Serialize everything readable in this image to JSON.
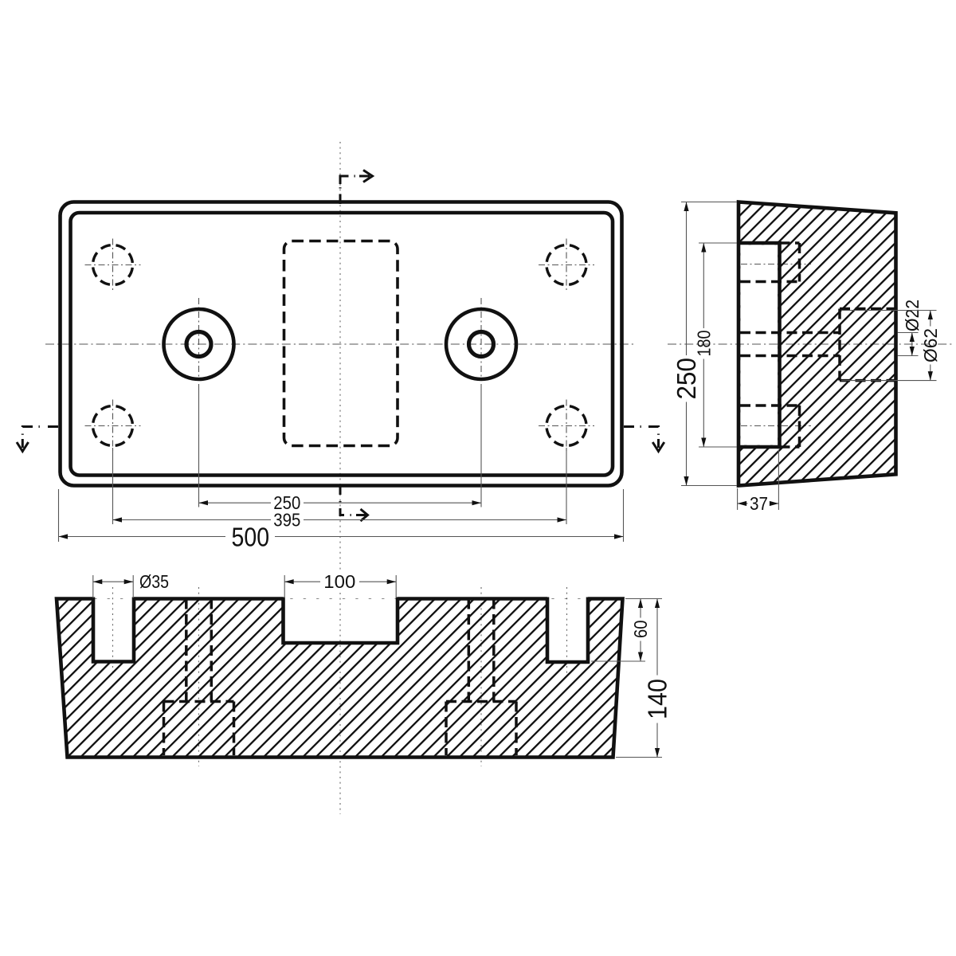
{
  "page": {
    "background": "#ffffff",
    "line_color": "#111111",
    "thin_line_color": "#555555",
    "description": "engineering drawing of a tapered rubber dock bumper block, three orthographic views with hatching and dimensions"
  },
  "views": {
    "front": {
      "name": "front-view",
      "features": [
        "outer rounded rectangle",
        "inner rounded rectangle",
        "4 dashed corner holes",
        "2 counterbored holes",
        "central dashed slot",
        "section arrows"
      ]
    },
    "side": {
      "name": "side-section-view",
      "features": [
        "hatched trapezoid",
        "mounting recess",
        "hidden corner holes",
        "hidden counterbore"
      ]
    },
    "bottom": {
      "name": "bottom-section-view",
      "features": [
        "hatched trapezoid",
        "two round notches",
        "central slot notch",
        "hidden stepped bores"
      ]
    }
  },
  "dims": {
    "front_bolt_spacing": {
      "label": "250",
      "value": 250
    },
    "front_hole_spacing": {
      "label": "395",
      "value": 395
    },
    "front_width": {
      "label": "500",
      "value": 500
    },
    "corner_hole_dia": {
      "label": "Ø35",
      "value": 35
    },
    "slot_width": {
      "label": "100",
      "value": 100
    },
    "side_height": {
      "label": "250",
      "value": 250
    },
    "recess_height": {
      "label": "180",
      "value": 180
    },
    "bore_dia": {
      "label": "Ø22",
      "value": 22
    },
    "counterbore_dia": {
      "label": "Ø62",
      "value": 62
    },
    "recess_depth": {
      "label": "37",
      "value": 37
    },
    "notch_depth": {
      "label": "60",
      "value": 60
    },
    "base_thickness": {
      "label": "140",
      "value": 140
    }
  }
}
